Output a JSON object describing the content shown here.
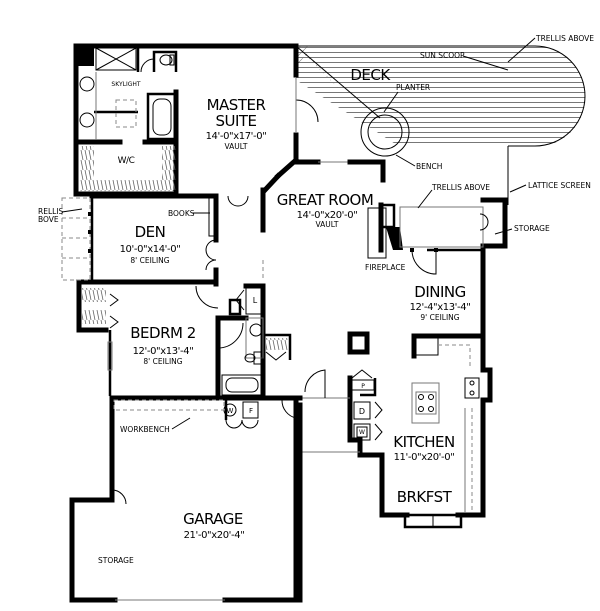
{
  "floor_plan": {
    "rooms": {
      "master_suite": {
        "name_line1": "MASTER",
        "name_line2": "SUITE",
        "dimensions": "14'-0\"x17'-0\"",
        "note": "VAULT"
      },
      "deck": {
        "name": "DECK"
      },
      "great_room": {
        "name": "GREAT ROOM",
        "dimensions": "14'-0\"x20'-0\"",
        "note": "VAULT"
      },
      "den": {
        "name": "DEN",
        "dimensions": "10'-0\"x14'-0\"",
        "note": "8' CEILING"
      },
      "bedroom_2": {
        "name": "BEDRM 2",
        "dimensions": "12'-0\"x13'-4\"",
        "note": "8' CEILING"
      },
      "dining": {
        "name": "DINING",
        "dimensions": "12'-4\"x13'-4\"",
        "note": "9' CEILING"
      },
      "kitchen": {
        "name": "KITCHEN",
        "dimensions": "11'-0\"x20'-0\""
      },
      "breakfast": {
        "name": "BRKFST"
      },
      "garage": {
        "name": "GARAGE",
        "dimensions": "21'-0\"x20'-4\""
      },
      "walk_in_closet": {
        "name": "W/C"
      }
    },
    "callouts": {
      "skylight": "SKYLIGHT",
      "trellis_above_top": "TRELLIS ABOVE",
      "sun_scoop": "SUN SCOOP",
      "planter": "PLANTER",
      "bench": "BENCH",
      "trellis_above_mid": "TRELLIS ABOVE",
      "lattice_screen": "LATTICE SCREEN",
      "storage_right": "STORAGE",
      "fireplace": "FIREPLACE",
      "books": "BOOKS",
      "trellis_above_left_line1": "RELLIS",
      "trellis_above_left_line2": "BOVE",
      "workbench": "WORKBENCH",
      "garage_storage": "STORAGE"
    },
    "fixtures": {
      "linen": "L",
      "washer": "W",
      "freezer": "F",
      "pantry": "P",
      "dishwasher": "D",
      "wall_oven": "W"
    }
  }
}
